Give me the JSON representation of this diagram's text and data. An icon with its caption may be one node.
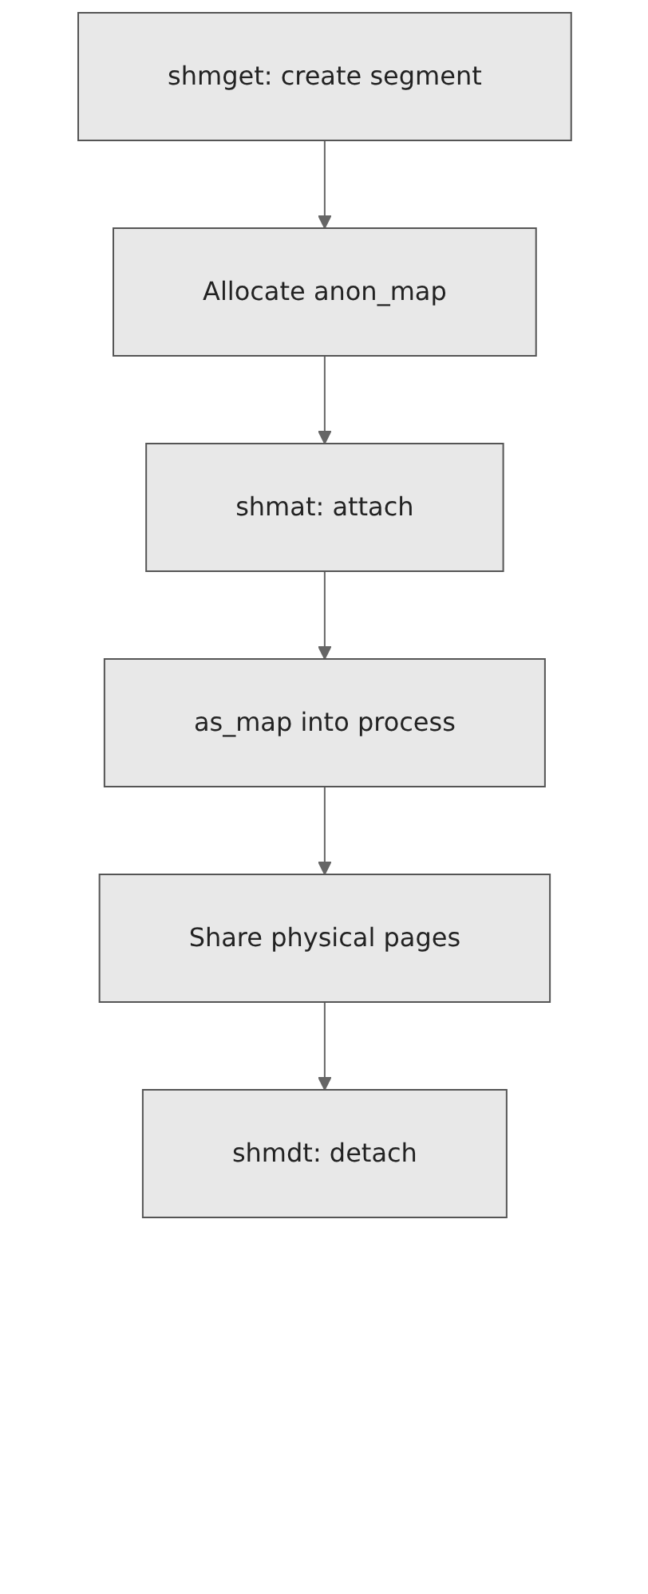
{
  "diagram": {
    "nodes": [
      {
        "text": [
          "shmget: create segment"
        ]
      },
      {
        "text": [
          "Allocate anon_map"
        ]
      },
      {
        "text": [
          "shmat: attach"
        ]
      },
      {
        "text": [
          "as_map into process"
        ]
      },
      {
        "text": [
          "Share physical pages"
        ]
      },
      {
        "text": [
          "shmdt: detach"
        ]
      }
    ],
    "edges": [
      {
        "from": 0,
        "to": 1,
        "arrow": "to"
      },
      {
        "from": 1,
        "to": 2,
        "arrow": "to"
      },
      {
        "from": 2,
        "to": 3,
        "arrow": "to"
      },
      {
        "from": 3,
        "to": 4,
        "arrow": "to"
      },
      {
        "from": 4,
        "to": 5,
        "arrow": "to"
      }
    ]
  }
}
